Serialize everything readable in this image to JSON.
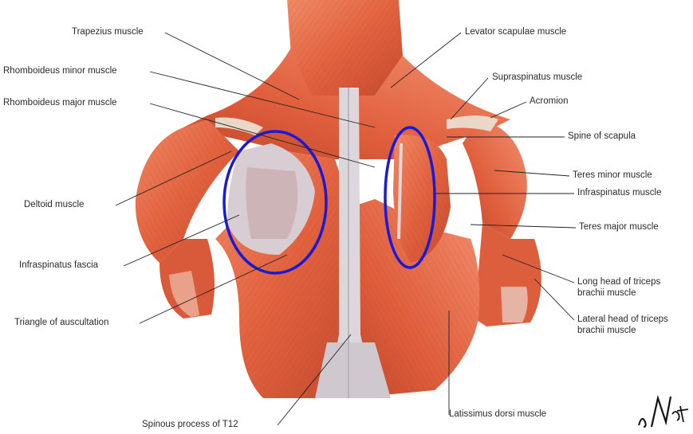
{
  "labels": {
    "trapezius": "Trapezius muscle",
    "rhomboid_minor": "Rhomboideus minor muscle",
    "rhomboid_major": "Rhomboideus major muscle",
    "deltoid": "Deltoid muscle",
    "infraspinatus_fascia": "Infraspinatus fascia",
    "triangle": "Triangle of auscultation",
    "spinous": "Spinous process of T12",
    "levator": "Levator scapulae muscle",
    "supraspinatus": "Supraspinatus muscle",
    "acromion": "Acromion",
    "spine_scapula": "Spine of scapula",
    "teres_minor": "Teres minor muscle",
    "infraspinatus": "Infraspinatus muscle",
    "teres_major": "Teres major muscle",
    "long_head_1": "Long head of triceps",
    "long_head_2": "brachii muscle",
    "lateral_head_1": "Lateral head of triceps",
    "lateral_head_2": "brachii muscle",
    "latissimus": "Latissimus dorsi muscle"
  },
  "signature_text": "F. Netter",
  "colors": {
    "muscle": "#e2623f",
    "muscle_dark": "#b8402a",
    "muscle_light": "#f08a66",
    "fascia": "#d9d3d8",
    "highlight_ellipse": "#1a1ad6",
    "leader": "#222222"
  }
}
